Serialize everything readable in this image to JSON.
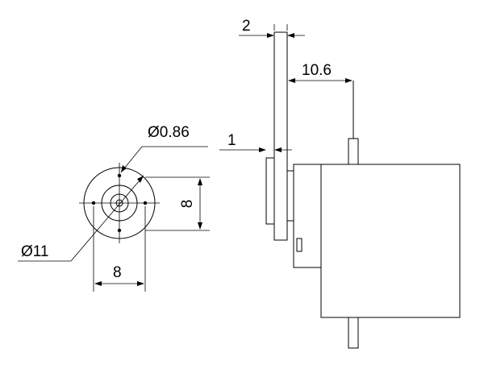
{
  "dimensions": {
    "front_width": "8",
    "front_height": "8",
    "outer_diameter": "Ø11",
    "hole_diameter": "Ø0.86",
    "arm_thickness": "2",
    "hub_thickness": "1",
    "hub_offset": "10.6"
  }
}
